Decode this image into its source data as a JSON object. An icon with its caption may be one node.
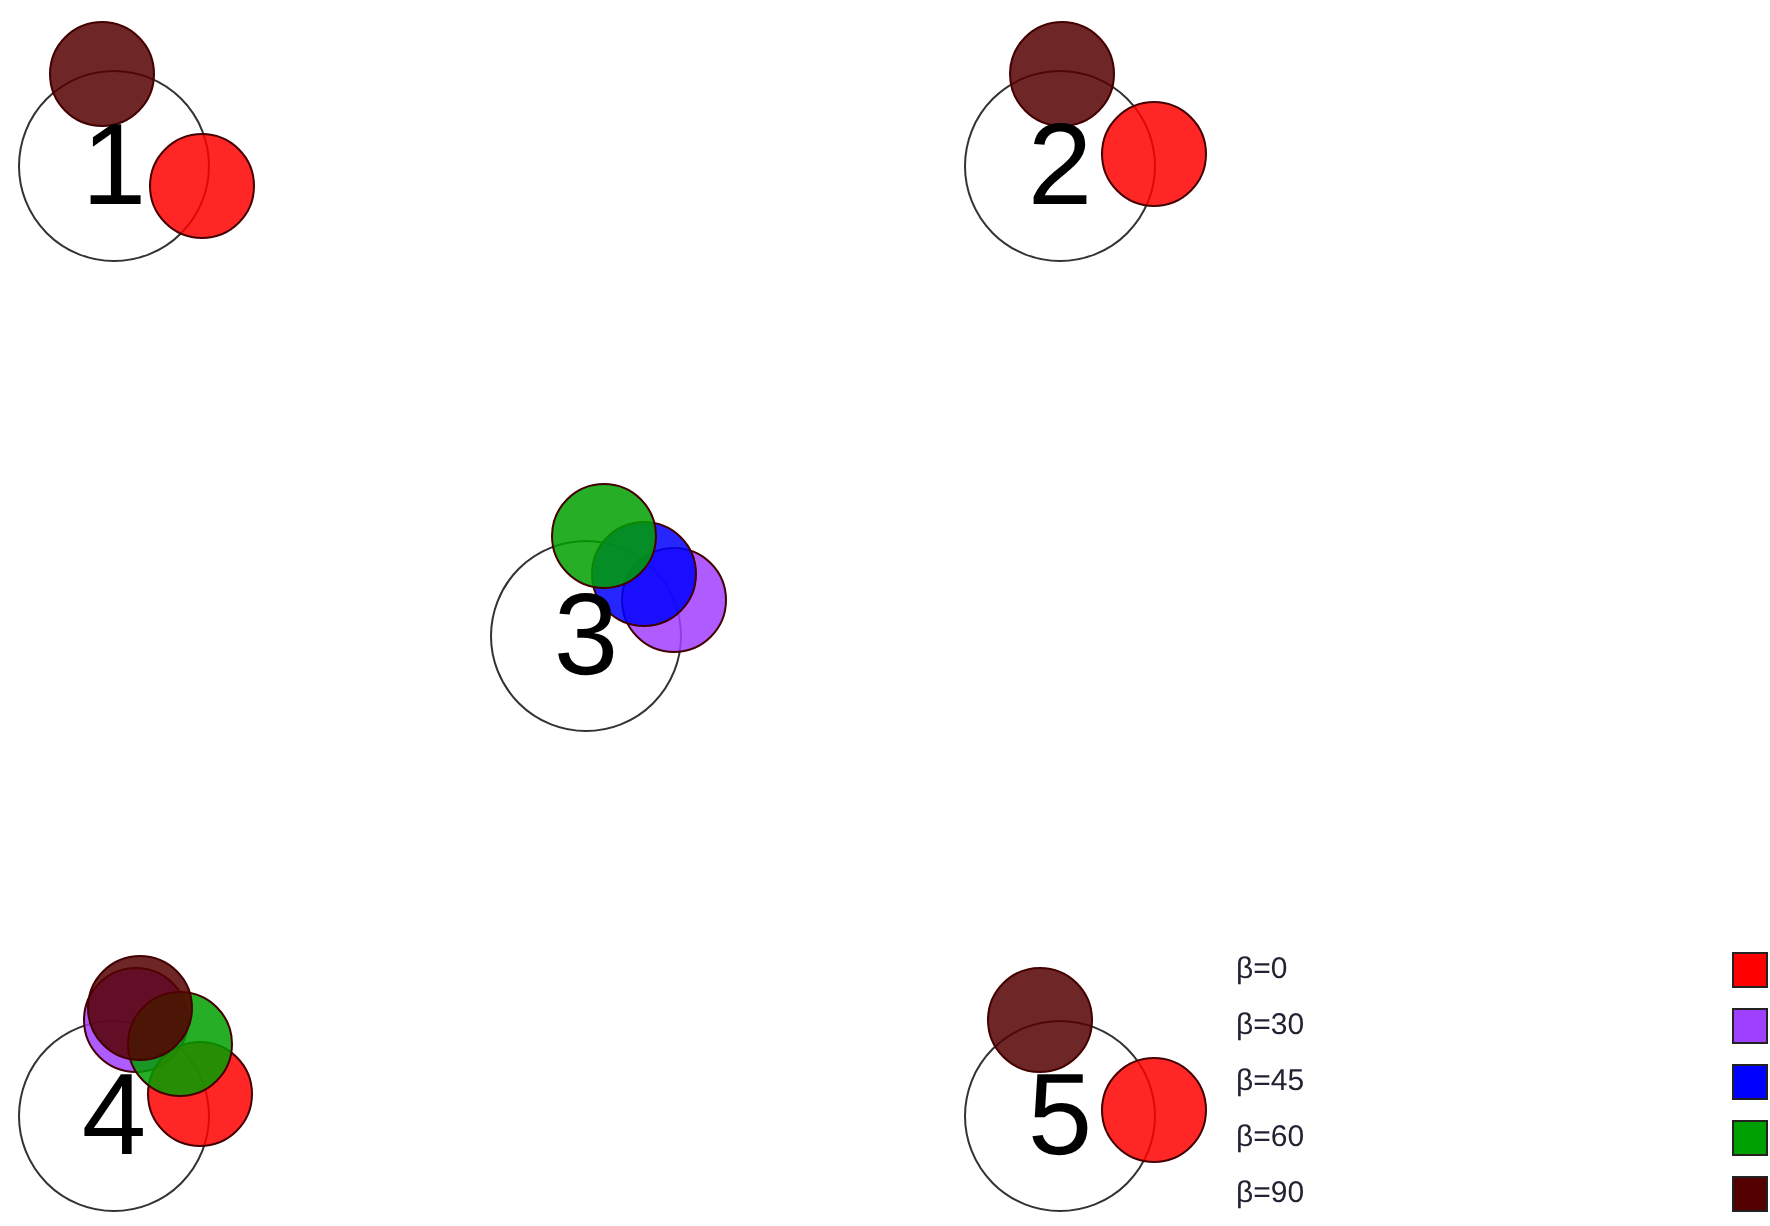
{
  "diagram": {
    "nodes": [
      {
        "text": [
          "1"
        ]
      },
      {
        "text": [
          "2"
        ]
      },
      {
        "text": [
          "3"
        ]
      },
      {
        "text": [
          "4"
        ]
      },
      {
        "text": [
          "5"
        ]
      }
    ],
    "legend": [
      {
        "text": "β=0",
        "color": "#ff0000"
      },
      {
        "text": "β=30",
        "color": "#a040ff"
      },
      {
        "text": "β=45",
        "color": "#0000ff"
      },
      {
        "text": "β=60",
        "color": "#00a000"
      },
      {
        "text": "β=90",
        "color": "#550000"
      }
    ]
  }
}
